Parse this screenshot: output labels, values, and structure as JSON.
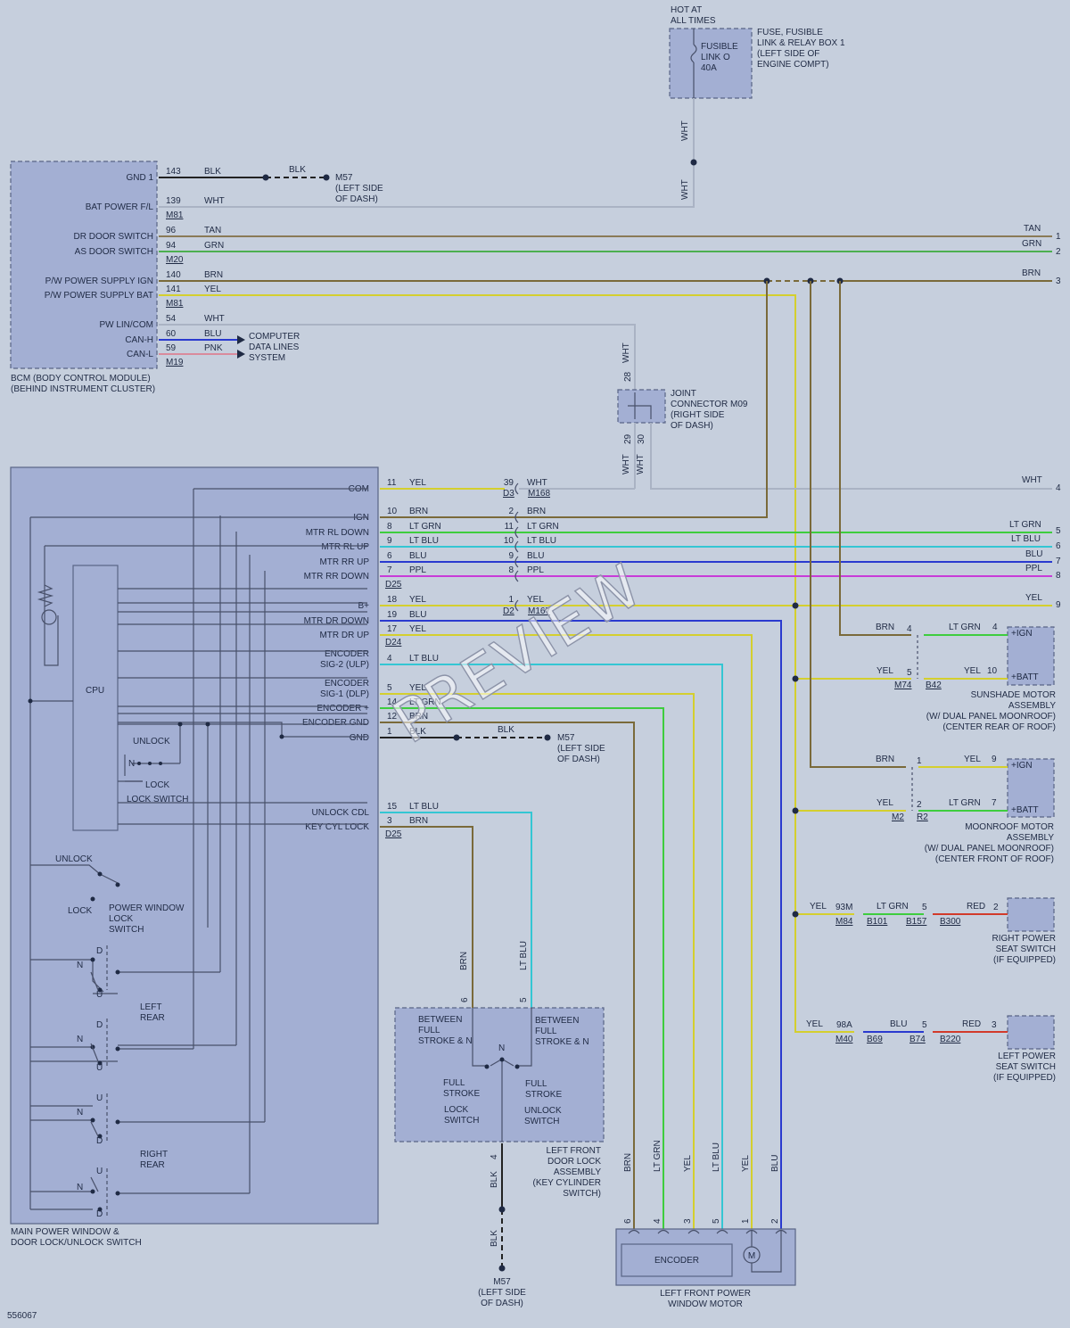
{
  "diagram_id": "556067",
  "watermark": "PREVIEW",
  "colors": {
    "TAN": "#8a7a57",
    "GRN": "#4caf50",
    "BRN": "#7a6a3a",
    "YEL": "#d4cf2e",
    "WHT": "#aab3c4",
    "BLU": "#2a3acf",
    "LTBLU": "#34c6d3",
    "LTGRN": "#3ecd3e",
    "PPL": "#c83bd8",
    "PNK": "#d98b9c",
    "BLK": "#222222",
    "RED": "#d23a2a"
  },
  "fuse": {
    "hot": "HOT AT\nALL TIMES",
    "label": "FUSIBLE\nLINK O\n40A",
    "title": "FUSE, FUSIBLE\nLINK & RELAY BOX 1\n(LEFT SIDE OF\nENGINE COMPT)"
  },
  "bcm": {
    "title": "BCM (BODY CONTROL MODULE)\n(BEHIND INSTRUMENT CLUSTER)",
    "pins": [
      {
        "label": "GND 1",
        "pin": "143",
        "wire": "BLK",
        "color": "BLK"
      },
      {
        "label": "BAT POWER F/L",
        "pin": "139",
        "wire": "WHT",
        "color": "WHT",
        "conn": "M81"
      },
      {
        "label": "DR DOOR SWITCH",
        "pin": "96",
        "wire": "TAN",
        "color": "TAN"
      },
      {
        "label": "AS DOOR SWITCH",
        "pin": "94",
        "wire": "GRN",
        "color": "GRN",
        "conn": "M20"
      },
      {
        "label": "P/W POWER SUPPLY IGN",
        "pin": "140",
        "wire": "BRN",
        "color": "BRN"
      },
      {
        "label": "P/W POWER SUPPLY BAT",
        "pin": "141",
        "wire": "YEL",
        "color": "YEL",
        "conn": "M81"
      },
      {
        "label": "PW LIN/COM",
        "pin": "54",
        "wire": "WHT",
        "color": "WHT"
      },
      {
        "label": "CAN-H",
        "pin": "60",
        "wire": "BLU",
        "color": "BLU"
      },
      {
        "label": "CAN-L",
        "pin": "59",
        "wire": "PNK",
        "color": "PNK",
        "conn": "M19"
      }
    ],
    "gnd_blk": "BLK",
    "gnd_conn": "M57\n(LEFT SIDE\nOF DASH)",
    "datalines": "COMPUTER\nDATA LINES\nSYSTEM"
  },
  "joint": {
    "title": "JOINT\nCONNECTOR M09\n(RIGHT SIDE\nOF DASH)",
    "pin_top": "28",
    "pin_a": "29",
    "pin_b": "30",
    "wire": "WHT"
  },
  "main_switch": {
    "title": "MAIN POWER WINDOW &\nDOOR LOCK/UNLOCK SWITCH",
    "cpu": "CPU",
    "pins": [
      {
        "label": "COM",
        "pin": "11",
        "wire": "YEL",
        "color": "YEL",
        "xpin": "39",
        "xwire": "WHT",
        "xcolor": "WHT"
      },
      {
        "label": "IGN",
        "pin": "10",
        "wire": "BRN",
        "color": "BRN",
        "xpin": "2",
        "xwire": "BRN",
        "xcolor": "BRN"
      },
      {
        "label": "MTR RL DOWN",
        "pin": "8",
        "wire": "LT GRN",
        "color": "LTGRN",
        "xpin": "11",
        "xwire": "LT GRN",
        "xcolor": "LTGRN"
      },
      {
        "label": "MTR RL UP",
        "pin": "9",
        "wire": "LT BLU",
        "color": "LTBLU",
        "xpin": "10",
        "xwire": "LT BLU",
        "xcolor": "LTBLU"
      },
      {
        "label": "MTR RR UP",
        "pin": "6",
        "wire": "BLU",
        "color": "BLU",
        "xpin": "9",
        "xwire": "BLU",
        "xcolor": "BLU"
      },
      {
        "label": "MTR RR DOWN",
        "pin": "7",
        "wire": "PPL",
        "color": "PPL",
        "xpin": "8",
        "xwire": "PPL",
        "xcolor": "PPL"
      },
      {
        "label": "B+",
        "pin": "18",
        "wire": "YEL",
        "color": "YEL",
        "xpin": "1",
        "xwire": "YEL",
        "xcolor": "YEL"
      },
      {
        "label": "MTR DR DOWN",
        "pin": "19",
        "wire": "BLU",
        "color": "BLU"
      },
      {
        "label": "MTR DR UP",
        "pin": "17",
        "wire": "YEL",
        "color": "YEL"
      },
      {
        "label": "ENCODER\nSIG-2 (ULP)",
        "pin": "4",
        "wire": "LT BLU",
        "color": "LTBLU"
      },
      {
        "label": "ENCODER\nSIG-1 (DLP)",
        "pin": "5",
        "wire": "YEL",
        "color": "YEL"
      },
      {
        "label": "ENCODER +",
        "pin": "14",
        "wire": "LT GRN",
        "color": "LTGRN"
      },
      {
        "label": "ENCODER GND",
        "pin": "12",
        "wire": "BRN",
        "color": "BRN"
      },
      {
        "label": "GND",
        "pin": "1",
        "wire": "BLK",
        "color": "BLK"
      },
      {
        "label": "UNLOCK CDL",
        "pin": "15",
        "wire": "LT BLU",
        "color": "LTBLU"
      },
      {
        "label": "KEY CYL LOCK",
        "pin": "3",
        "wire": "BRN",
        "color": "BRN"
      }
    ],
    "connectors": {
      "d3": "D3",
      "m168": "M168",
      "d25": "D25",
      "d2": "D2",
      "m167": "M167",
      "d24": "D24",
      "d25b": "D25"
    },
    "lock_switch": {
      "unlock": "UNLOCK",
      "n": "N",
      "lock": "LOCK",
      "title": "LOCK SWITCH"
    },
    "pw_lock": {
      "unlock": "UNLOCK",
      "lock": "LOCK",
      "title": "POWER WINDOW\nLOCK\nSWITCH"
    },
    "left_rear": "LEFT\nREAR",
    "right_rear": "RIGHT\nREAR",
    "d": "D",
    "n": "N",
    "u": "U",
    "gnd_wire": "BLK",
    "gnd_conn": "M57\n(LEFT SIDE\nOF DASH)"
  },
  "right_wires": [
    {
      "num": "1",
      "wire": "TAN"
    },
    {
      "num": "2",
      "wire": "GRN"
    },
    {
      "num": "3",
      "wire": "BRN"
    },
    {
      "num": "4",
      "wire": "WHT"
    },
    {
      "num": "5",
      "wire": "LT GRN"
    },
    {
      "num": "6",
      "wire": "LT BLU"
    },
    {
      "num": "7",
      "wire": "BLU"
    },
    {
      "num": "8",
      "wire": "PPL"
    },
    {
      "num": "9",
      "wire": "YEL"
    }
  ],
  "sunshade": {
    "title": "SUNSHADE MOTOR\nASSEMBLY\n(W/ DUAL PANEL MOONROOF)\n(CENTER REAR OF ROOF)",
    "ign": "+IGN",
    "batt": "+BATT",
    "brn": "BRN",
    "yel": "YEL",
    "ltgrn": "LT GRN",
    "yel2": "YEL",
    "p4": "4",
    "p5": "5",
    "p4b": "4",
    "p10": "10",
    "c1": "M74",
    "c2": "B42"
  },
  "moonroof": {
    "title": "MOONROOF MOTOR\nASSEMBLY\n(W/ DUAL PANEL MOONROOF)\n(CENTER FRONT OF ROOF)",
    "ign": "+IGN",
    "batt": "+BATT",
    "brn": "BRN",
    "yel": "YEL",
    "yel2": "YEL",
    "ltgrn": "LT GRN",
    "p1": "1",
    "p2": "2",
    "p9": "9",
    "p7": "7",
    "c1": "M2",
    "c2": "R2"
  },
  "right_seat": {
    "title": "RIGHT POWER\nSEAT SWITCH\n(IF EQUIPPED)",
    "yel": "YEL",
    "pin": "93M",
    "ltgrn": "LT GRN",
    "p5": "5",
    "red": "RED",
    "p2": "2",
    "c1": "M84",
    "c2": "B101",
    "c3": "B157",
    "c4": "B300"
  },
  "left_seat": {
    "title": "LEFT POWER\nSEAT SWITCH\n(IF EQUIPPED)",
    "yel": "YEL",
    "pin": "98A",
    "blu": "BLU",
    "p5": "5",
    "red": "RED",
    "p3": "3",
    "c1": "M40",
    "c2": "B69",
    "c3": "B74",
    "c4": "B220"
  },
  "door_lock": {
    "title": "LEFT FRONT\nDOOR LOCK\nASSEMBLY\n(KEY CYLINDER\nSWITCH)",
    "left": "BETWEEN\nFULL\nSTROKE & N",
    "right": "BETWEEN\nFULL\nSTROKE & N",
    "n": "N",
    "full_l": "FULL\nSTROKE",
    "full_r": "FULL\nSTROKE",
    "lock": "LOCK\nSWITCH",
    "unlock": "UNLOCK\nSWITCH",
    "p6": "6",
    "p5": "5",
    "p4": "4",
    "brn": "BRN",
    "ltblu": "LT BLU",
    "blk1": "BLK",
    "blk2": "BLK",
    "gnd_conn": "M57\n(LEFT SIDE\nOF DASH)"
  },
  "window_motor": {
    "title": "LEFT FRONT POWER\nWINDOW MOTOR",
    "encoder": "ENCODER",
    "m": "M",
    "pins": [
      {
        "pin": "6",
        "wire": "BRN"
      },
      {
        "pin": "4",
        "wire": "LT GRN"
      },
      {
        "pin": "3",
        "wire": "YEL"
      },
      {
        "pin": "5",
        "wire": "LT BLU"
      },
      {
        "pin": "1",
        "wire": "YEL"
      },
      {
        "pin": "2",
        "wire": "BLU"
      }
    ]
  }
}
